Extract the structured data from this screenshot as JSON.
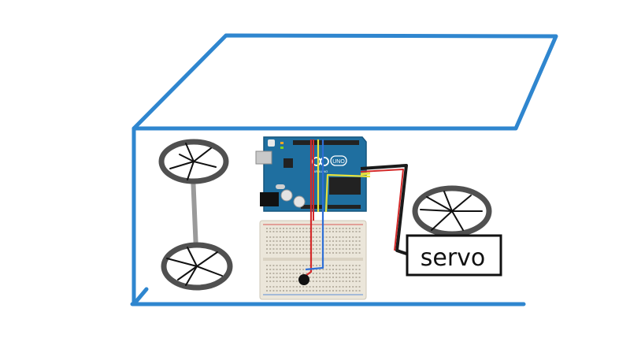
{
  "servo_label": "servo",
  "board": {
    "logo_text": "UNO",
    "brand_text": "ARDUINO"
  },
  "colors": {
    "outline": "#2f86cf",
    "wheel": "#505050",
    "axle": "#9a9a9a",
    "board": "#1f6fa0",
    "breadboard": "#ebe6da",
    "wire_red": "#d42a2a",
    "wire_blue": "#2f6fd6",
    "wire_yellow": "#e8e23a",
    "wire_black": "#1a1a1a"
  }
}
